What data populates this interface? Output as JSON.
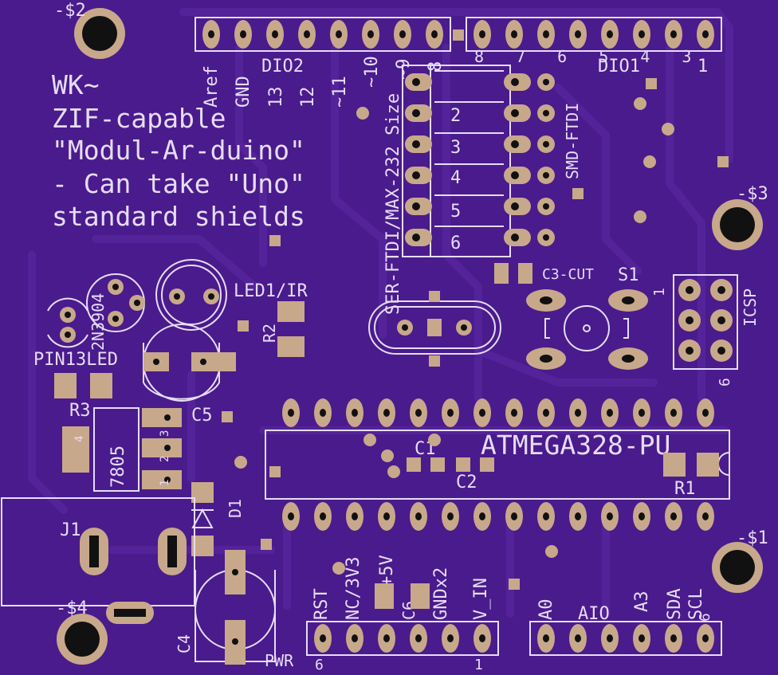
{
  "colors": {
    "board": "#4a1b8c",
    "silkscreen": "#e6dcf5",
    "copper": "#c8a88a",
    "trace": "#5c2aa6",
    "drill": "#111111"
  },
  "title": {
    "line1": "WK~",
    "line2": "ZIF-capable",
    "line3": "\"Modul-Ar-duino\"",
    "line4": "- Can take \"Uno\"",
    "line5": "standard shields"
  },
  "labels": {
    "hole_tl": "-$2",
    "hole_r": "-$3",
    "hole_br": "-$1",
    "hole_bl": "-$4",
    "dio2": "DIO2",
    "dio1": "DIO1",
    "dio1_num": "1",
    "dio1_pins": "8 7 6 5 4 3",
    "aref": "Aref",
    "gnd": "GND",
    "p13": "13",
    "p12": "12",
    "p11": "~11",
    "p10": "~10",
    "p9": "~9",
    "p8": "8",
    "ftdi_vert": "SER-FTDI/MAX-232 Size",
    "smd_ftdi": "SMD-FTDI",
    "row2": "2",
    "row3": "3",
    "row4": "4",
    "row5": "5",
    "row6": "6",
    "c3cut": "C3-CUT",
    "s1": "S1",
    "s1_num": "1",
    "icsp": "ICSP",
    "icsp_num": "6",
    "led1": "LED1/IR",
    "r2": "R2",
    "q1": "2N3904",
    "pin13led": "PIN13LED",
    "r3": "R3",
    "c5": "C5",
    "reg": "7805",
    "reg_p1": "1",
    "reg_p2": "2",
    "reg_p3": "3",
    "reg_p4": "4",
    "atmega": "ATMEGA328-PU",
    "c1": "C1",
    "c2": "C2",
    "r1": "R1",
    "d1": "D1",
    "j1": "J1",
    "c4": "C4",
    "pwr": "PWR",
    "pwr_num6": "6",
    "pwr_num1": "1",
    "rst": "RST",
    "nc3v3": "NC/3V3",
    "p5v": "+5V",
    "c6": "C6",
    "gndx2": "GNDx2",
    "vin": "V_IN",
    "a0": "A0",
    "aio": "AIO",
    "a3": "A3",
    "sda": "SDA",
    "scl": "SCL",
    "aio_num": "6"
  }
}
